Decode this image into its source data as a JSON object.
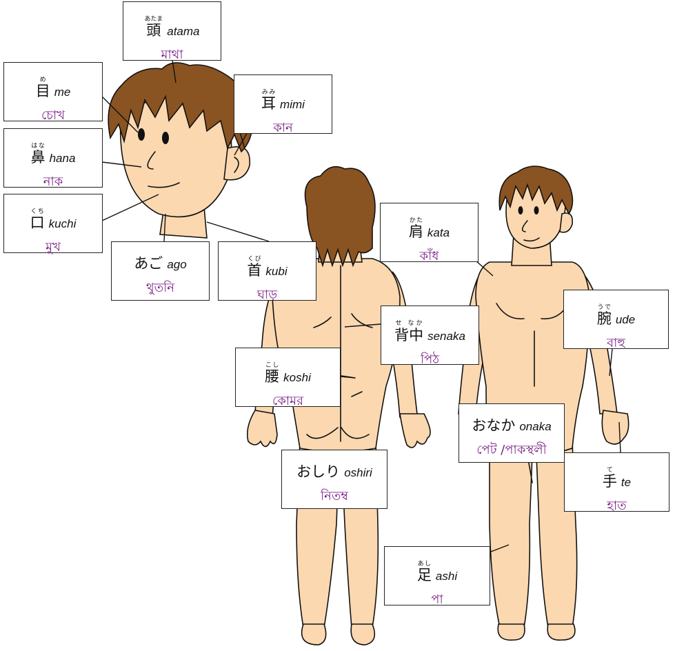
{
  "labels": {
    "atama": {
      "jp": "頭",
      "ruby": "あたま",
      "romaji": "atama",
      "bn": "মাথা"
    },
    "me": {
      "jp": "目",
      "ruby": "め",
      "romaji": "me",
      "bn": "চোখ"
    },
    "mimi": {
      "jp": "耳",
      "ruby": "みみ",
      "romaji": "mimi",
      "bn": "কান"
    },
    "hana": {
      "jp": "鼻",
      "ruby": "はな",
      "romaji": "hana",
      "bn": "নাক"
    },
    "kuchi": {
      "jp": "口",
      "ruby": "くち",
      "romaji": "kuchi",
      "bn": "মুখ"
    },
    "ago": {
      "jp": "あご",
      "ruby": "",
      "romaji": "ago",
      "bn": "থুতনি"
    },
    "kubi": {
      "jp": "首",
      "ruby": "くび",
      "romaji": "kubi",
      "bn": "ঘাড়"
    },
    "kata": {
      "jp": "肩",
      "ruby": "かた",
      "romaji": "kata",
      "bn": "কাঁধ"
    },
    "senaka": {
      "jp": "背中",
      "ruby": "せ なか",
      "romaji": "senaka",
      "bn": "পিঠ"
    },
    "koshi": {
      "jp": "腰",
      "ruby": "こし",
      "romaji": "koshi",
      "bn": "কোমর"
    },
    "ude": {
      "jp": "腕",
      "ruby": "うで",
      "romaji": "ude",
      "bn": "বাহু"
    },
    "onaka": {
      "jp": "おなか",
      "ruby": "",
      "romaji": "onaka",
      "bn": "পেট /পাকস্থলী"
    },
    "te": {
      "jp": "手",
      "ruby": "て",
      "romaji": "te",
      "bn": "হাত"
    },
    "oshiri": {
      "jp": "おしり",
      "ruby": "",
      "romaji": "oshiri",
      "bn": "নিতম্ব"
    },
    "ashi": {
      "jp": "足",
      "ruby": "あし",
      "romaji": "ashi",
      "bn": "পা"
    }
  },
  "colors": {
    "skin": "#fbd8b0",
    "hair": "#8a5322",
    "bengali_text": "#7a1f86",
    "outline": "#111111"
  }
}
